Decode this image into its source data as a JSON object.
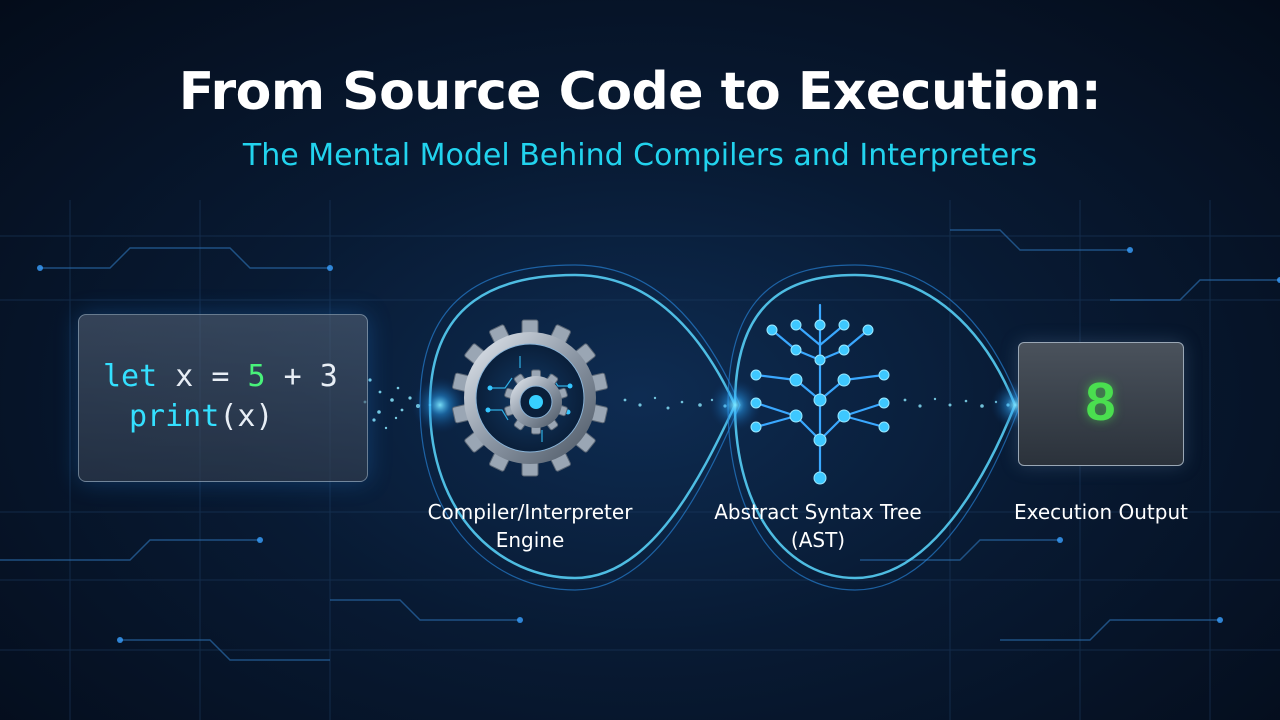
{
  "title": "From Source Code to Execution:",
  "subtitle": "The Mental Model Behind Compilers and Interpreters",
  "source_code": {
    "line1": {
      "keyword": "let",
      "before_num": " x = ",
      "num": "5",
      "after_num": " + 3"
    },
    "line2": {
      "func": "print",
      "args": "(x)"
    }
  },
  "stages": [
    {
      "label_line1": "Compiler/Interpreter",
      "label_line2": "Engine",
      "icon": "gear-icon"
    },
    {
      "label_line1": "Abstract Syntax Tree",
      "label_line2": "(AST)",
      "icon": "tree-icon"
    },
    {
      "label_line1": "Execution Output",
      "icon": "terminal-icon"
    }
  ],
  "output": {
    "value": "8"
  },
  "colors": {
    "accent": "#22d3ee",
    "keyword": "#34e0ff",
    "number": "#48f27a",
    "output": "#4ade4f",
    "background": "#04101f"
  }
}
